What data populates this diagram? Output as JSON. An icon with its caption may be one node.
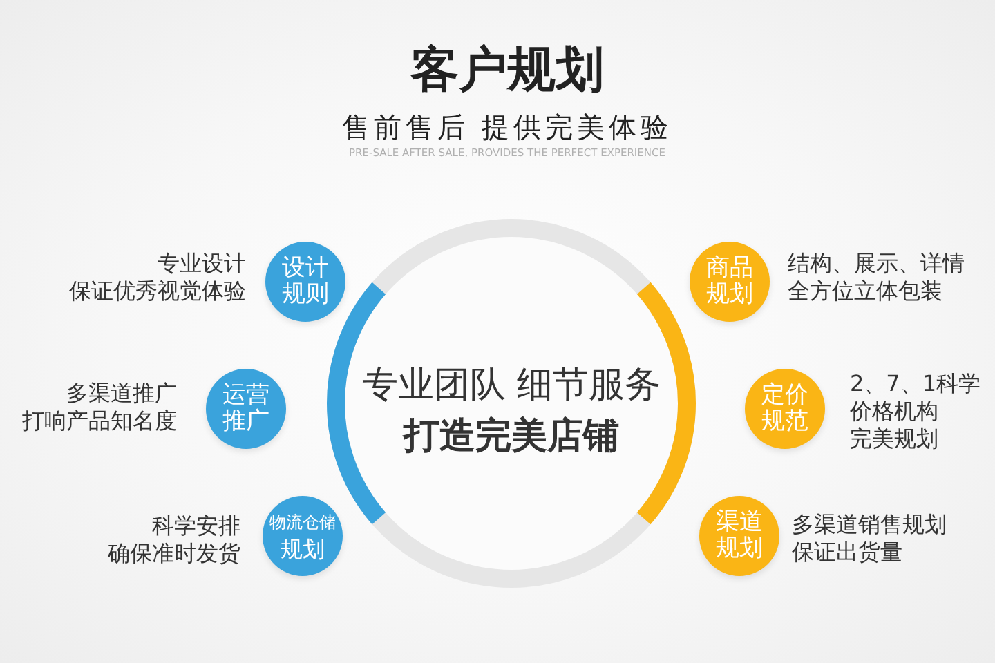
{
  "diagram": {
    "title": "客户规划",
    "nodes": [
      {
        "text": [
          "专业团队 细节服务",
          "打造完美店铺"
        ]
      },
      {
        "text": [
          "设计规则"
        ],
        "beside": [
          "专业设计",
          "保证优秀视觉体验"
        ]
      },
      {
        "text": [
          "运营推广"
        ],
        "beside": [
          "多渠道推广",
          "打响产品知名度"
        ]
      },
      {
        "text": [
          "物流仓储规划"
        ],
        "beside": [
          "科学安排",
          "确保准时发货"
        ]
      },
      {
        "text": [
          "商品规划"
        ],
        "beside": [
          "结构、展示、详情",
          "全方位立体包装"
        ]
      },
      {
        "text": [
          "定价规范"
        ],
        "beside": [
          "2、7、1科学",
          "价格机构",
          "完美规划"
        ]
      },
      {
        "text": [
          "渠道规划"
        ],
        "beside": [
          "多渠道销售规划",
          "保证出货量"
        ]
      }
    ],
    "labels": [
      "售前售后 提供完美体验",
      "PRE-SALE AFTER SALE, PROVIDES THE PERFECT EXPERIENCE"
    ]
  }
}
